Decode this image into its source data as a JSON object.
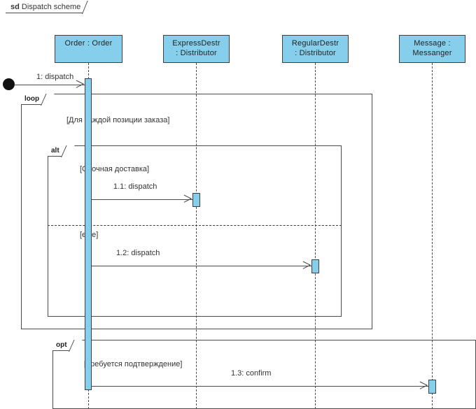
{
  "diagram": {
    "kind_keyword": "sd",
    "title": "Dispatch scheme",
    "type": "uml-sequence-diagram"
  },
  "colors": {
    "lifeline_fill": "#85cfec",
    "activation_fill": "#85cfec",
    "stroke": "#4a4a4a",
    "text": "#333333",
    "background": "#ffffff",
    "start_node": "#111111"
  },
  "lifelines": [
    {
      "id": "order",
      "line1": "Order : Order",
      "line2": ""
    },
    {
      "id": "expressdestr",
      "line1": "ExpressDestr",
      "line2": ": Distributor"
    },
    {
      "id": "regulardestr",
      "line1": "RegularDestr",
      "line2": ": Distributor"
    },
    {
      "id": "message",
      "line1": "Message :",
      "line2": "Messanger"
    }
  ],
  "fragments": [
    {
      "id": "loop",
      "operator": "loop",
      "guard": "[Для каждой позиции заказа]"
    },
    {
      "id": "alt",
      "operator": "alt",
      "guard": "[Срочная доставка]",
      "guard_else": "[else]"
    },
    {
      "id": "opt",
      "operator": "opt",
      "guard": "[Требуется подтверждение]"
    }
  ],
  "messages": [
    {
      "id": "m1",
      "label": "1: dispatch",
      "from": "found",
      "to": "order"
    },
    {
      "id": "m1_1",
      "label": "1.1: dispatch",
      "from": "order",
      "to": "expressdestr"
    },
    {
      "id": "m1_2",
      "label": "1.2: dispatch",
      "from": "order",
      "to": "regulardestr"
    },
    {
      "id": "m1_3",
      "label": "1.3: confirm",
      "from": "order",
      "to": "message"
    }
  ]
}
